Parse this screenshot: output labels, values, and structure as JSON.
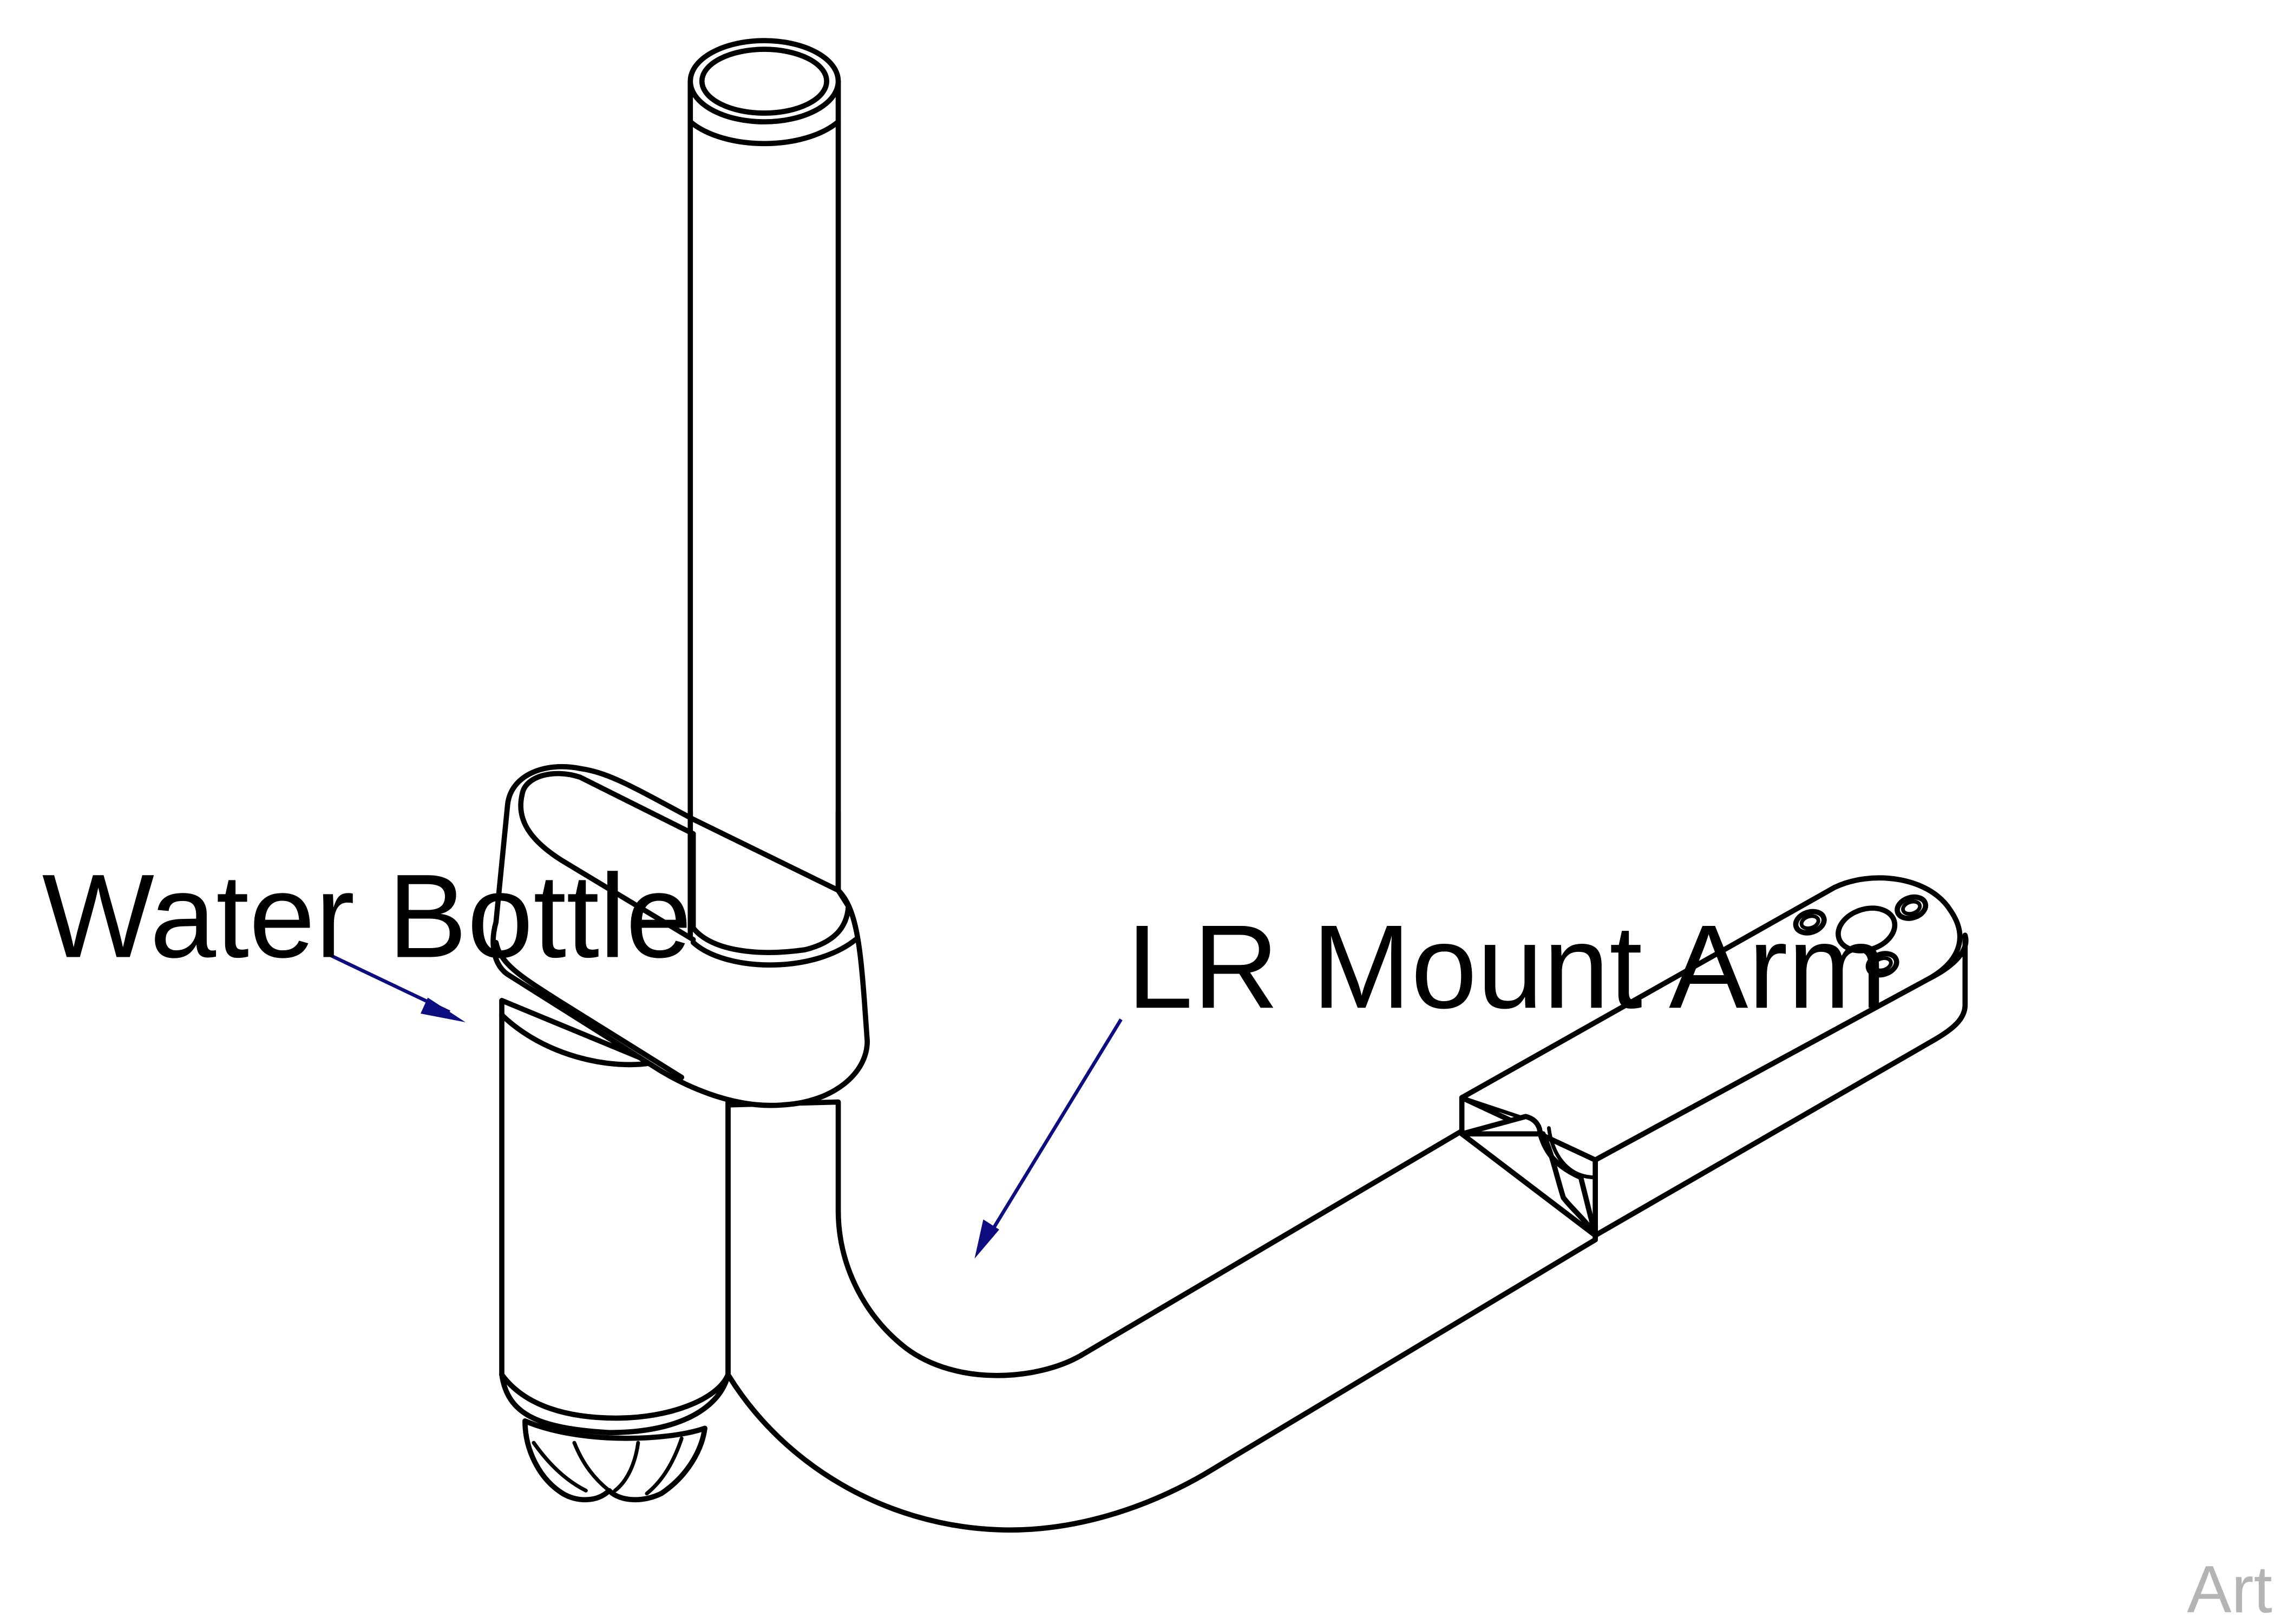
{
  "callouts": {
    "water_bottle": "Water Bottle",
    "lr_mount_arm": "LR Mount Arm"
  },
  "watermark": "ArtFull",
  "colors": {
    "line_art": "#000000",
    "leader_arrow": "#0d0d80",
    "watermark": "#b4b4b4",
    "background": "#ffffff"
  }
}
